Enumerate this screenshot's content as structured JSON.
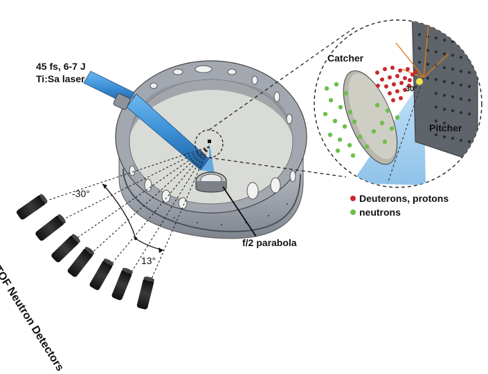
{
  "diagram": {
    "laser_label_line1": "45 fs, 6-7 J",
    "laser_label_line2": "Ti:Sa laser",
    "catcher_label": "Catcher",
    "pitcher_label": "Pitcher",
    "angle_inset_label": "30°",
    "legend": {
      "deuterons_label": "Deuterons, protons",
      "neutrons_label": "neutrons",
      "deuterons_color": "#c8282f",
      "neutrons_color": "#6cc04a"
    },
    "parabola_label": "f/2 parabola",
    "angle_minus30_label": "-30°",
    "angle_13_label": "13°",
    "detectors_label": "TOF Neutron Detectors",
    "colors": {
      "laser_beam": "#3a8fd6",
      "chamber": "#9aa0aa",
      "chamber_floor": "#d9dbd6",
      "inset_cone": "#9cc8ec"
    }
  }
}
